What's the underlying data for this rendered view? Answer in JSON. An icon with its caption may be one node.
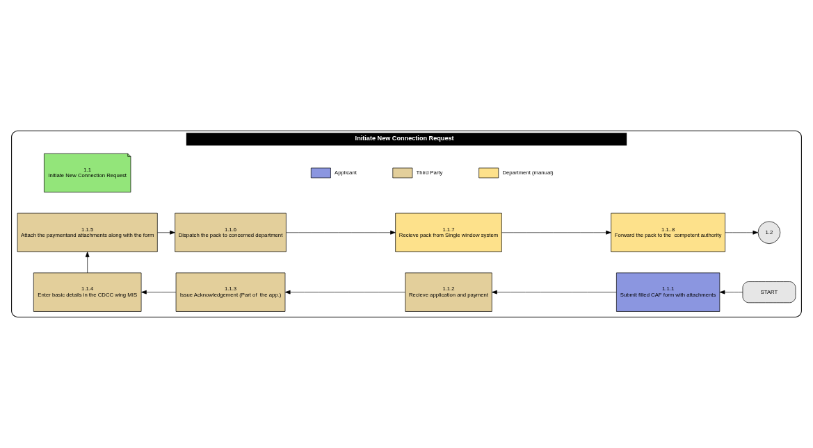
{
  "diagram": {
    "nodes": [
      {
        "text": [
          "Initiate New Connection Request"
        ]
      },
      {
        "text": [
          "1.1",
          "Initiate New Connection Request"
        ],
        "in": 0
      },
      {
        "text": [
          "START"
        ],
        "in": 0
      },
      {
        "text": [
          "1.1.1",
          "Submit filled CAF form with attachments"
        ],
        "in": 0
      },
      {
        "text": [
          "1.1.2",
          "Recieve application and payment"
        ],
        "in": 0
      },
      {
        "text": [
          "1.1.3",
          "Issue Acknowledgement (Part of  the app.)"
        ],
        "in": 0
      },
      {
        "text": [
          "1.1.4",
          "Enter basic details in the CDCC wing MIS"
        ],
        "in": 0
      },
      {
        "text": [
          "1.1.5",
          "Attach the paymentand attachments along with the form"
        ],
        "in": 0
      },
      {
        "text": [
          "1.1.6",
          "Dispatch the pack to concerned department"
        ],
        "in": 0
      },
      {
        "text": [
          "1.1.7",
          "Recieve pack from Single window system"
        ],
        "in": 0
      },
      {
        "text": [
          "1.1..8",
          "Forward the pack to the  competent authority"
        ],
        "in": 0
      },
      {
        "text": [
          "1.2"
        ],
        "in": 0
      }
    ],
    "edges": [
      {
        "from": 2,
        "to": 3,
        "arrow": "to"
      },
      {
        "from": 3,
        "to": 4,
        "arrow": "to"
      },
      {
        "from": 4,
        "to": 5,
        "arrow": "to"
      },
      {
        "from": 5,
        "to": 6,
        "arrow": "to"
      },
      {
        "from": 6,
        "to": 7,
        "arrow": "to"
      },
      {
        "from": 7,
        "to": 8,
        "arrow": "to"
      },
      {
        "from": 8,
        "to": 9,
        "arrow": "to"
      },
      {
        "from": 9,
        "to": 10,
        "arrow": "to"
      },
      {
        "from": 10,
        "to": 11,
        "arrow": "to"
      }
    ],
    "legend": [
      {
        "text": "Applicant",
        "color": "#8b96e0"
      },
      {
        "text": "Third Party",
        "color": "#e3cf9b"
      },
      {
        "text": "Department (manual)",
        "color": "#fde18b"
      }
    ]
  }
}
